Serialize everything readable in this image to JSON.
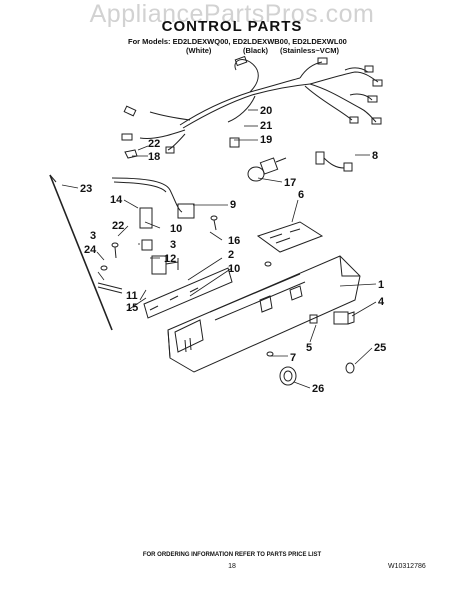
{
  "watermark": "AppliancePartsPros.com",
  "title": "CONTROL PARTS",
  "models_line": "For Models: ED2LDEXWQ00, ED2LDEXWB00, ED2LDEXWL00",
  "colors": [
    "(White)",
    "(Black)",
    "(Stainless~VCM)"
  ],
  "callouts": [
    "20",
    "21",
    "19",
    "22",
    "18",
    "8",
    "17",
    "6",
    "23",
    "14",
    "9",
    "22",
    "10",
    "3",
    "16",
    "3",
    "12",
    "2",
    "10",
    "24",
    "1",
    "11",
    "15",
    "4",
    "5",
    "7",
    "25",
    "26"
  ],
  "footer_note": "FOR ORDERING INFORMATION REFER TO PARTS PRICE LIST",
  "page_number": "18",
  "doc_id": "W10312786"
}
